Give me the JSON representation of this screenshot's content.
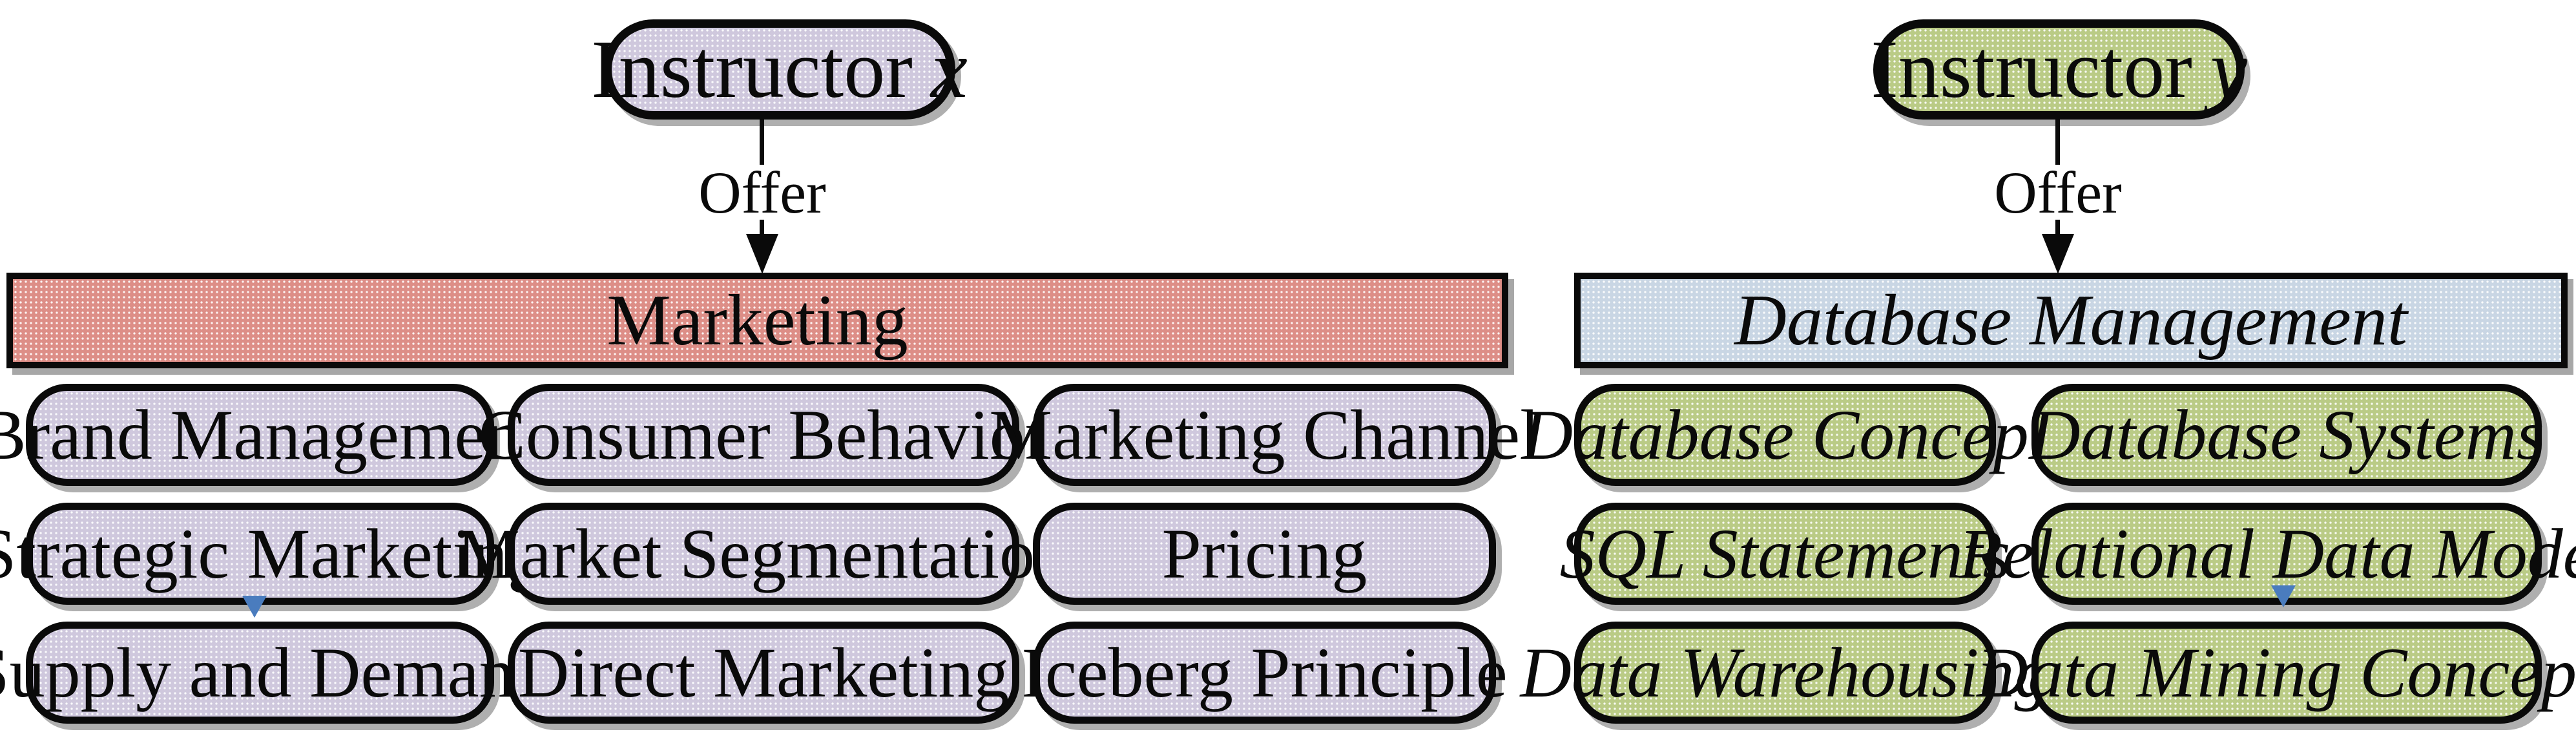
{
  "left_group": {
    "instructor_label": "Instructor",
    "instructor_variable": "x",
    "offer_label": "Offer",
    "category_label": "Marketing",
    "topics": [
      "Brand Management",
      "Consumer Behavior",
      "Marketing Channel",
      "Strategic Marketing",
      "Market Segmentation",
      "Pricing",
      "Supply and Demand",
      "Direct Marketing",
      "Iceberg Principle"
    ]
  },
  "right_group": {
    "instructor_label": "Instructor",
    "instructor_variable": "y",
    "offer_label": "Offer",
    "category_label": "Database Management",
    "topics": [
      "Database Concept",
      "Database Systems",
      "SQL Statements",
      "Relational Data Model",
      "Data Warehousing",
      "Data Mining Concept"
    ]
  },
  "colors": {
    "lavender_fill": "#cfc8dd",
    "salmon_fill": "#dd8e87",
    "green_fill": "#bacb86",
    "blue_fill": "#c9d6e4",
    "outline": "#0a0a0a",
    "marker_blue": "#4a7cbe"
  }
}
